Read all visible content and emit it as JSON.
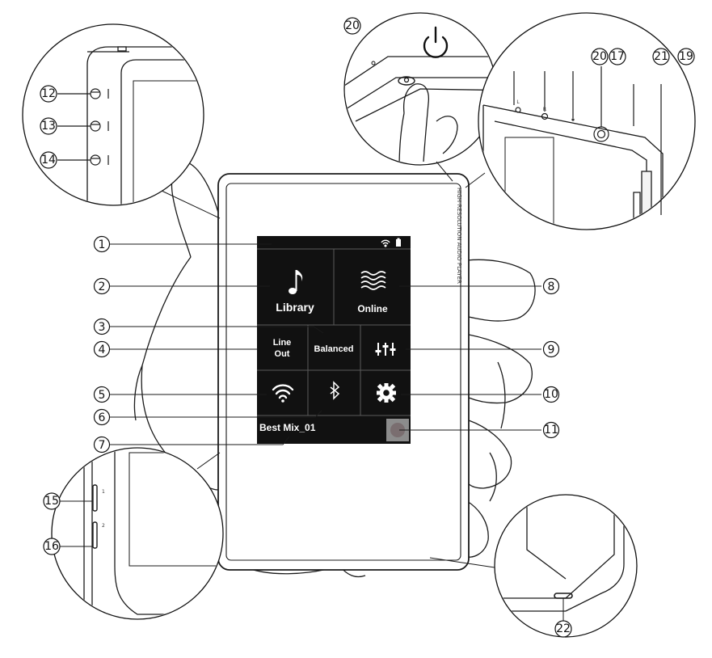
{
  "screen": {
    "library_label": "Library",
    "online_label": "Online",
    "line_out_label": [
      "Line",
      "Out"
    ],
    "balanced_label": "Balanced",
    "now_playing": "Best Mix_01"
  },
  "device_side_text": "HIGH-RESOLUTION AUDIO PLAYER",
  "callouts": [
    "1",
    "2",
    "3",
    "4",
    "5",
    "6",
    "7",
    "8",
    "9",
    "10",
    "11",
    "12",
    "13",
    "14",
    "15",
    "16",
    "17",
    "19",
    "20",
    "21",
    "22"
  ],
  "icons": [
    "music-note-icon",
    "sound-waves-icon",
    "equalizer-icon",
    "wifi-icon",
    "bluetooth-icon",
    "gear-icon",
    "battery-icon",
    "power-icon",
    "album-art-icon"
  ]
}
